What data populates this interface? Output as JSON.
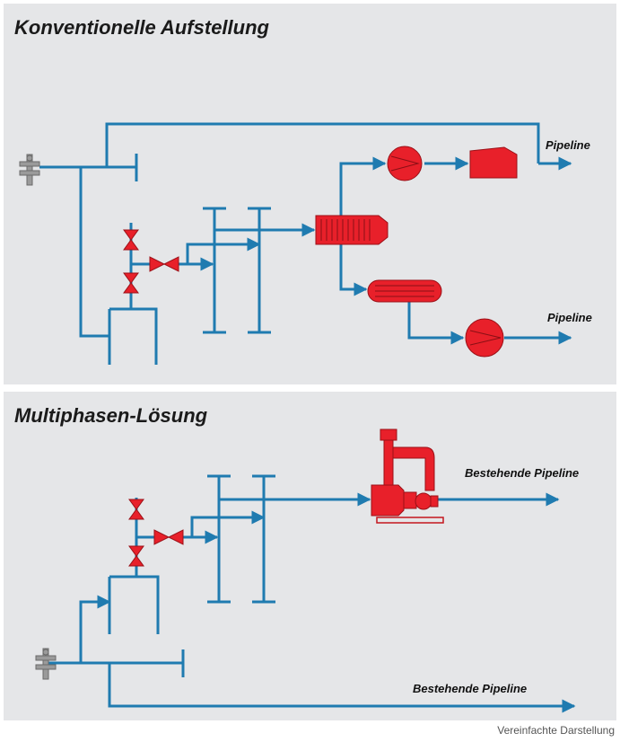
{
  "colors": {
    "pipe": "#1f7bb0",
    "equipment": "#e8202a",
    "panel": "#e5e6e8",
    "wellhead": "#8a8a8a"
  },
  "top_panel": {
    "title": "Konventionelle Aufstellung",
    "pipeline_label_1": "Pipeline",
    "pipeline_label_2": "Pipeline"
  },
  "bottom_panel": {
    "title": "Multiphasen-Lösung",
    "pipeline_label_1": "Bestehende Pipeline",
    "pipeline_label_2": "Bestehende Pipeline"
  },
  "footnote": "Vereinfachte Darstellung",
  "icons": {
    "wellhead": "wellhead-icon",
    "valve": "valve-icon",
    "separator": "separator-icon",
    "compressor": "compressor-icon",
    "tank": "tank-icon",
    "pump": "pump-icon",
    "heater": "heater-icon",
    "multiphase_pump": "multiphase-pump-icon"
  }
}
